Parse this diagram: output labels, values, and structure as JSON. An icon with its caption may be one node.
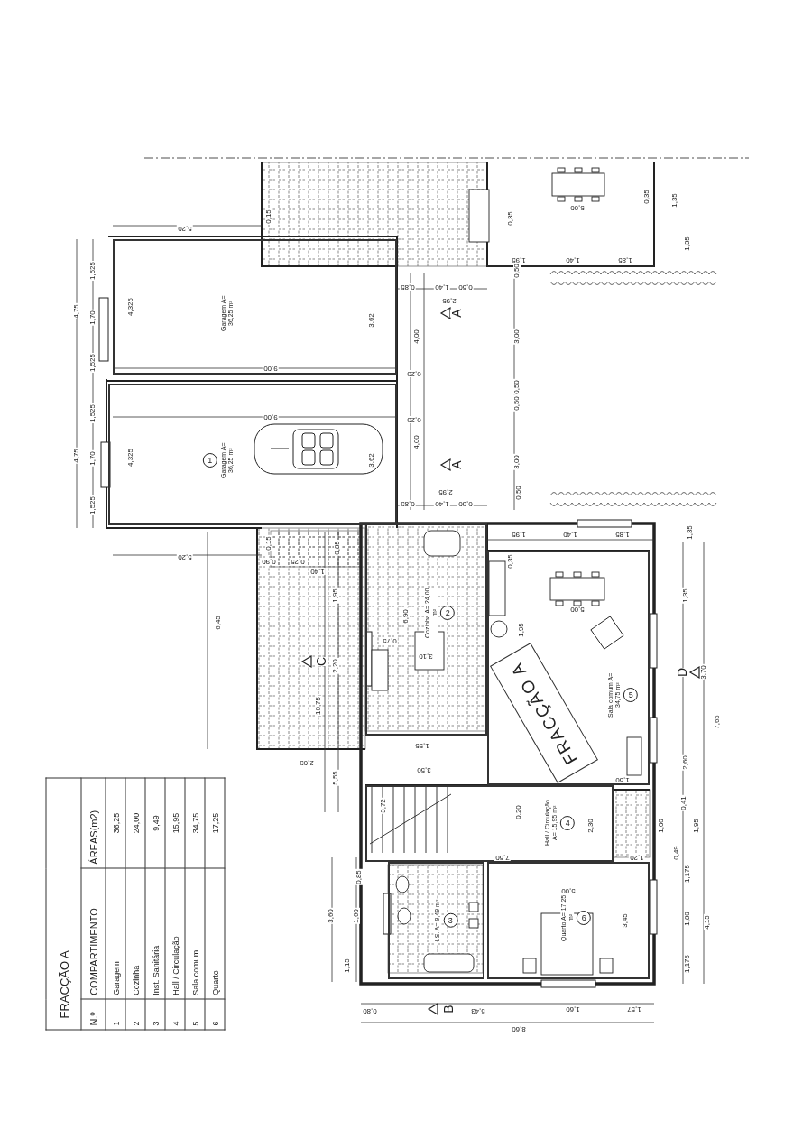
{
  "diagram": {
    "nodes": [
      {
        "text": [
          "Garagem A= 36,25 m²"
        ]
      },
      {
        "text": [
          "1",
          "Garagem A= 36,25 m²"
        ]
      },
      {
        "text": [
          "Cozinha A= 24,00 m²",
          "2"
        ]
      },
      {
        "text": [
          "I.S. A= 9,49 m²",
          "3"
        ]
      },
      {
        "text": [
          "Hall / Circulação A= 15,95 m²",
          "4"
        ]
      },
      {
        "text": [
          "Sala comum A= 34,75 m²",
          "5"
        ]
      },
      {
        "text": [
          "Quarto A= 17,25 m²",
          "6"
        ]
      },
      {
        "text": [
          "FRACÇÃO A"
        ],
        "in": 5
      }
    ],
    "labels": [
      "4,75",
      "1,525",
      "1,70",
      "1,525",
      "4,75",
      "1,525",
      "1,70",
      "1,525",
      "5,20",
      "0,15",
      "4,325",
      "3,62",
      "9,00",
      "9,00",
      "4,325",
      "3,62",
      "5,20",
      "0,15",
      "0,85",
      "1,40",
      "0,50",
      "1,95",
      "1,40",
      "1,85",
      "5,00",
      "0,35",
      "0,35",
      "1,35",
      "1,35",
      "0,50",
      "2,95",
      "A",
      "4,00",
      "3,00",
      "0,25",
      "0,50",
      "0,50",
      "0,25",
      "A",
      "4,00",
      "3,00",
      "2,95",
      "0,85",
      "1,40",
      "0,50",
      "0,50",
      "1,95",
      "1,40",
      "1,85",
      "1,35",
      "0,90",
      "0,25",
      "1,40",
      "0,85",
      "6,45",
      "1,95",
      "6,90",
      "0,35",
      "5,00",
      "1,35",
      "3,10",
      "0,75",
      "2,20",
      "C",
      "1,95",
      "D",
      "3,70",
      "10,75",
      "7,65",
      "1,55",
      "2,05",
      "2,60",
      "3,50",
      "5,55",
      "1,50",
      "3,72",
      "0,20",
      "0,41",
      "2,30",
      "1,00",
      "1,95",
      "7,50",
      "1,20",
      "0,49",
      "0,85",
      "5,00",
      "1,175",
      "3,60",
      "1,60",
      "3,45",
      "1,80",
      "4,15",
      "1,15",
      "1,175",
      "0,80",
      "B",
      "5,43",
      "1,60",
      "1,57",
      "8,60",
      "FRACÇÃO A",
      "N.º",
      "COMPARTIMENTO",
      "ÁREAS(m2)",
      "1",
      "Garagem",
      "36,25",
      "2",
      "Cozinha",
      "24,00",
      "3",
      "Inst. Sanitária",
      "9,49",
      "4",
      "Hall / Circulação",
      "15,95",
      "5",
      "Sala comum",
      "34,75",
      "6",
      "Quarto",
      "17,25"
    ]
  }
}
